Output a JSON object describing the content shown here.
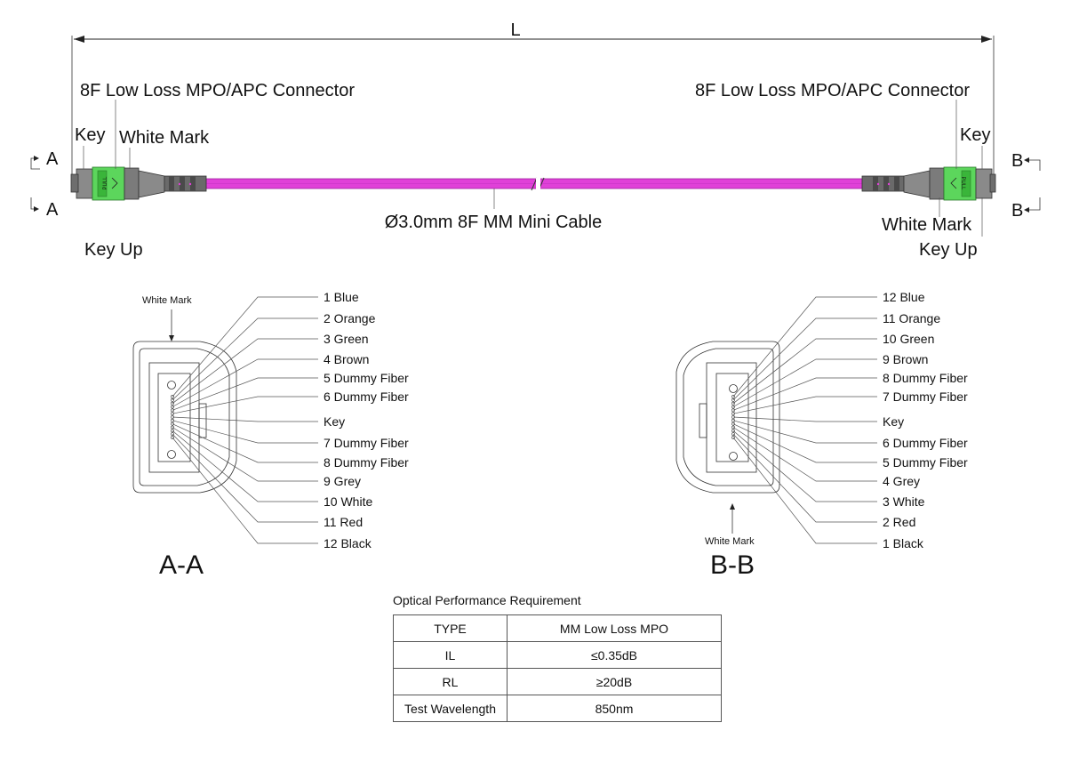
{
  "length_label": "L",
  "connector_a": {
    "title": "8F Low Loss MPO/APC Connector",
    "key_label": "Key",
    "white_mark_label": "White Mark",
    "orientation": "Key Up",
    "pull_text": "PULL",
    "section_marks": [
      "A",
      "A"
    ]
  },
  "connector_b": {
    "title": "8F Low Loss MPO/APC Connector",
    "key_label": "Key",
    "white_mark_label": "White Mark",
    "orientation": "Key  Up",
    "pull_text": "PULL",
    "section_marks": [
      "B",
      "B"
    ]
  },
  "cable": {
    "label": "Ø3.0mm 8F MM Mini Cable",
    "color": "#e040d8"
  },
  "colors": {
    "connector_body": "#7b7b7b",
    "latch_green": "#5cd65c",
    "boot_dark": "#5a5a5a"
  },
  "section_a": {
    "title": "A-A",
    "white_mark": "White Mark",
    "fibers": [
      "1 Blue",
      "2 Orange",
      "3 Green",
      "4 Brown",
      "5 Dummy Fiber",
      "6 Dummy Fiber",
      "Key",
      "7 Dummy Fiber",
      "8 Dummy Fiber",
      "9 Grey",
      "10 White",
      "11 Red",
      "12 Black"
    ]
  },
  "section_b": {
    "title": "B-B",
    "white_mark": "White Mark",
    "fibers": [
      "12 Blue",
      "11 Orange",
      "10 Green",
      "9 Brown",
      "8 Dummy Fiber",
      "7 Dummy Fiber",
      "Key",
      "6 Dummy Fiber",
      "5 Dummy Fiber",
      "4 Grey",
      "3 White",
      "2 Red",
      "1 Black"
    ]
  },
  "performance": {
    "caption": "Optical Performance Requirement",
    "rows": [
      [
        "TYPE",
        "MM Low Loss MPO"
      ],
      [
        "IL",
        "≤0.35dB"
      ],
      [
        "RL",
        "≥20dB"
      ],
      [
        "Test Wavelength",
        "850nm"
      ]
    ]
  }
}
